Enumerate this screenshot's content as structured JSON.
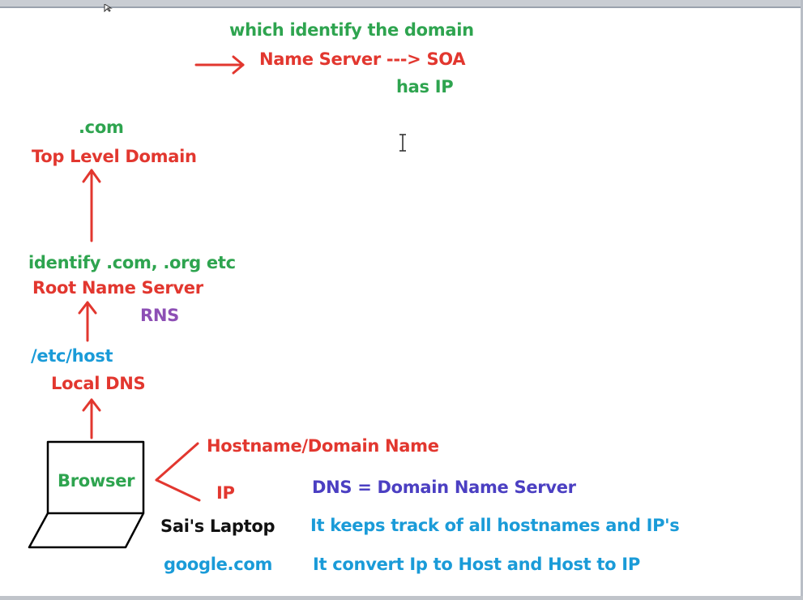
{
  "diagram": {
    "soa": {
      "note": "which identify the domain",
      "name_server": "Name Server ---> SOA",
      "has_ip": "has IP"
    },
    "tld": {
      "note": ".com",
      "label": "Top Level Domain"
    },
    "root": {
      "note": "identify .com, .org etc",
      "label": "Root Name Server",
      "abbr": "RNS"
    },
    "local": {
      "note": "/etc/host",
      "label": "Local DNS"
    },
    "laptop": {
      "screen_label": "Browser",
      "caption": "Sai's Laptop",
      "url": "google.com"
    },
    "branches": {
      "hostname": "Hostname/Domain Name",
      "ip": "IP"
    },
    "definitions": {
      "dns": "DNS = Domain Name Server",
      "line1": "It keeps track of all hostnames and IP's",
      "line2": "It convert Ip to Host and Host to IP"
    }
  },
  "colors": {
    "green": "#2ea44f",
    "red": "#e2372f",
    "purple": "#8d4fb5",
    "blue": "#1a9bd8",
    "indigo": "#4b3fc2"
  }
}
